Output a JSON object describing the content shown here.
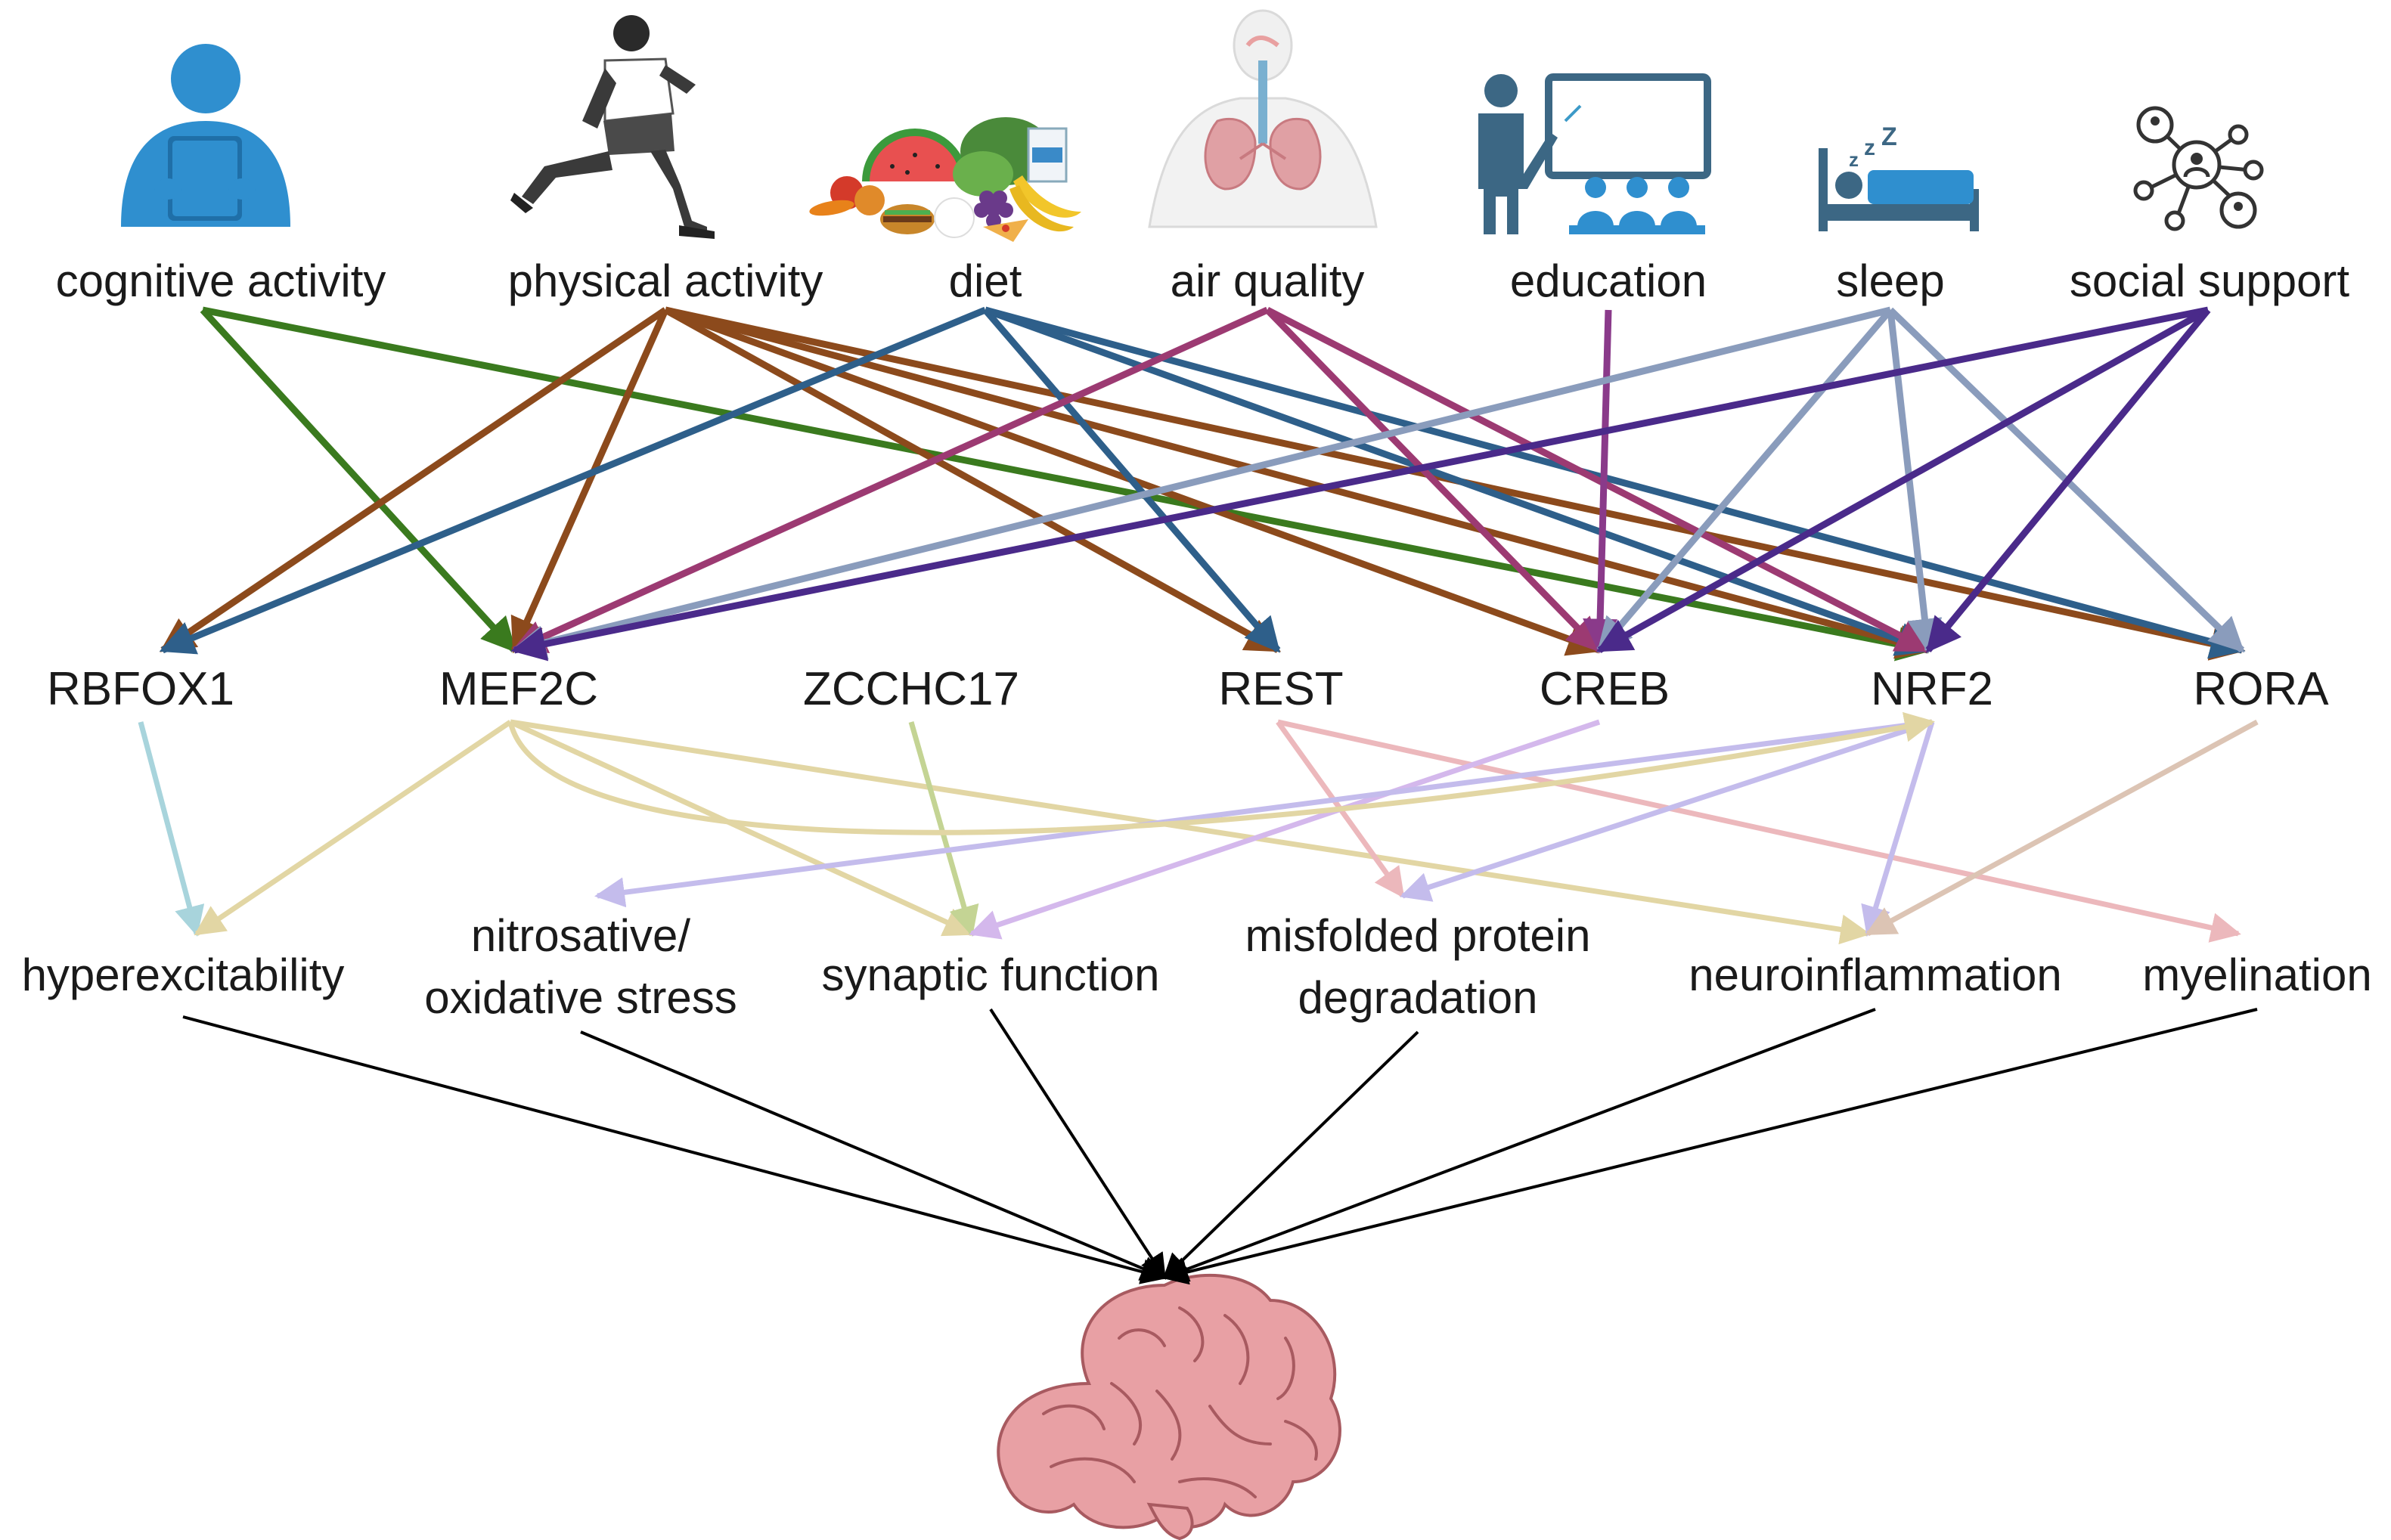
{
  "factors": {
    "cognitive_activity": "cognitive activity",
    "physical_activity": "physical activity",
    "diet": "diet",
    "air_quality": "air quality",
    "education": "education",
    "sleep": "sleep",
    "social_support": "social support"
  },
  "genes": {
    "rbfox1": "RBFOX1",
    "mef2c": "MEF2C",
    "zcchc17": "ZCCHC17",
    "rest": "REST",
    "creb": "CREB",
    "nrf2": "NRF2",
    "rora": "RORA"
  },
  "processes": {
    "hyperexcitability": "hyperexcitability",
    "oxidative_stress_line1": "nitrosative/",
    "oxidative_stress_line2": "oxidative stress",
    "synaptic_function": "synaptic function",
    "misfolded_line1": "misfolded protein",
    "misfolded_line2": "degradation",
    "neuroinflammation": "neuroinflammation",
    "myelination": "myelination"
  },
  "icons": [
    "person-with-tablet-icon",
    "runner-icon",
    "food-icon",
    "lungs-icon",
    "teacher-classroom-icon",
    "sleeping-bed-icon",
    "social-network-icon",
    "brain-icon"
  ],
  "colors": {
    "cognitive_activity": "#3a7a1e",
    "physical_activity": "#8c4a1c",
    "diet": "#2e5f8a",
    "air_quality": "#9c3a72",
    "education": "#8a3a8a",
    "sleep": "#8a9cbc",
    "social_support": "#4a2a8a",
    "RBFOX1": "#a8d4dc",
    "MEF2C": "#e2d6a4",
    "ZCCHC17": "#c4d494",
    "REST": "#ecb8bc",
    "CREB": "#d4b8ec",
    "NRF2": "#c4bcec",
    "RORA": "#dcc4b4",
    "brain": "#e8a0a4",
    "icon_blue": "#2f8fcf",
    "icon_slate": "#3c6784"
  }
}
